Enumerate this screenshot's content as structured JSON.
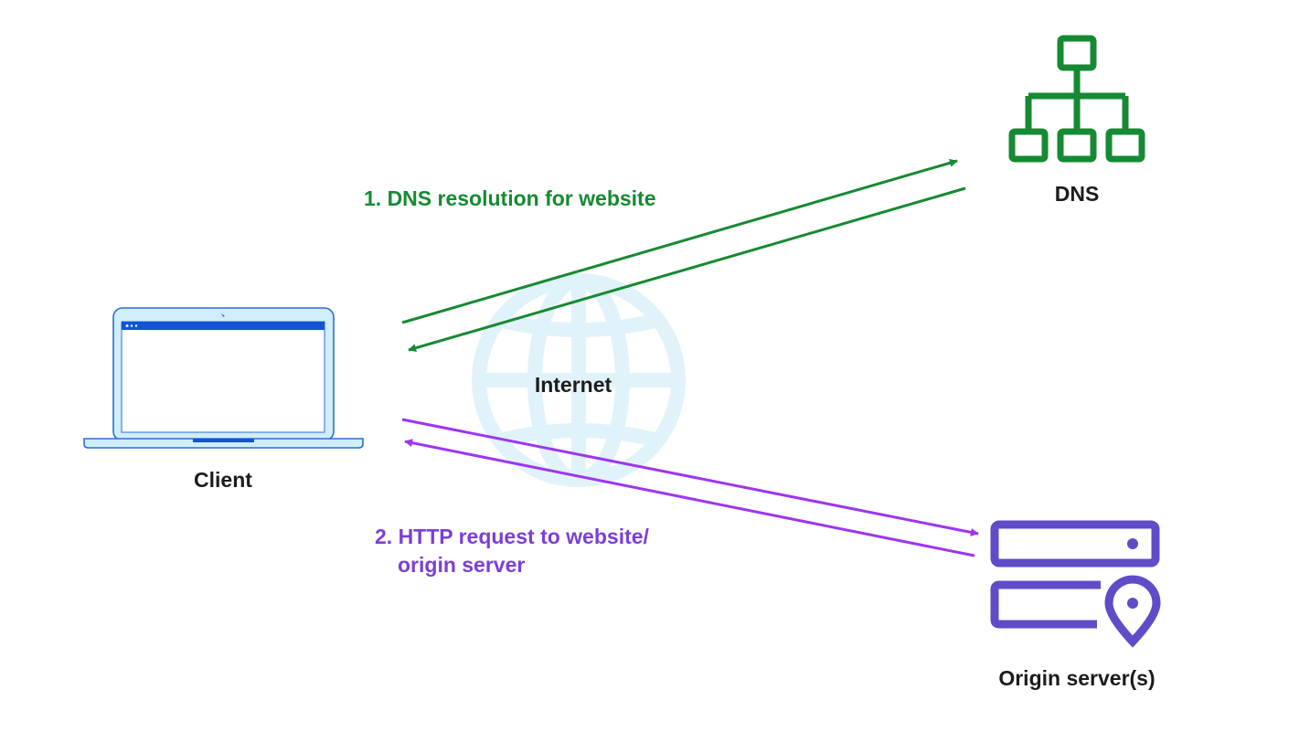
{
  "nodes": {
    "client": {
      "label": "Client",
      "icon": "laptop-icon"
    },
    "dns": {
      "label": "DNS",
      "icon": "hierarchy-icon"
    },
    "origin": {
      "label": "Origin server(s)",
      "icon": "server-location-icon"
    },
    "internet": {
      "label": "Internet",
      "icon": "globe-icon"
    }
  },
  "steps": {
    "dns": {
      "label": "1. DNS resolution for website"
    },
    "http": {
      "label_line1": "2. HTTP request to website/",
      "label_line2": "origin server"
    }
  },
  "colors": {
    "dns": "#168a32",
    "http": "#9d36ef",
    "http_text": "#7b3fd6",
    "server": "#5e4cc8",
    "laptop_outline": "#2a6fd6",
    "laptop_fill": "#cfeefa",
    "laptop_bar": "#1353d6",
    "globe": "#e1f3fa",
    "text": "#1c1c1c"
  }
}
